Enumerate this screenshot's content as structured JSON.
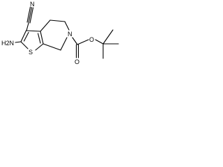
{
  "diagram": {
    "type": "skeletal-structure",
    "atom_labels": {
      "nitrile_n": "N",
      "amino": "H2N",
      "ring_sulfur": "S",
      "ring_nitrogen": "N",
      "carbonyl_oxygen": "O",
      "ester_oxygen": "O"
    }
  },
  "colors": {
    "bond": "#000000",
    "label": "#000000",
    "background": "#ffffff"
  }
}
